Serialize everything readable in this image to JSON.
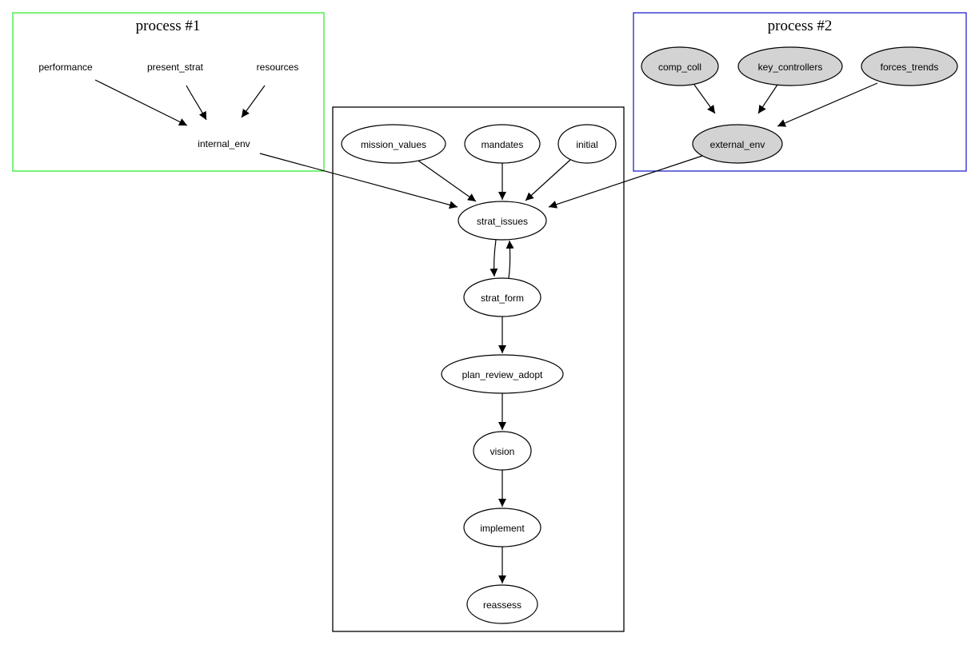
{
  "diagram": {
    "type": "directed-graph",
    "colors": {
      "cluster1_border": "#33ee33",
      "cluster2_border": "#2222cc",
      "cluster_main_border": "#000000",
      "filled_node": "#d3d3d3",
      "edge": "#000000"
    },
    "clusters": [
      {
        "id": "process1",
        "label": "process #1"
      },
      {
        "id": "process2",
        "label": "process #2"
      },
      {
        "id": "main",
        "label": ""
      }
    ],
    "nodes": [
      {
        "id": "performance",
        "label": "performance",
        "cluster": "process1",
        "shape": "none"
      },
      {
        "id": "present_strat",
        "label": "present_strat",
        "cluster": "process1",
        "shape": "none"
      },
      {
        "id": "resources",
        "label": "resources",
        "cluster": "process1",
        "shape": "none"
      },
      {
        "id": "internal_env",
        "label": "internal_env",
        "cluster": "process1",
        "shape": "none"
      },
      {
        "id": "comp_coll",
        "label": "comp_coll",
        "cluster": "process2",
        "shape": "ellipse",
        "filled": true
      },
      {
        "id": "key_controllers",
        "label": "key_controllers",
        "cluster": "process2",
        "shape": "ellipse",
        "filled": true
      },
      {
        "id": "forces_trends",
        "label": "forces_trends",
        "cluster": "process2",
        "shape": "ellipse",
        "filled": true
      },
      {
        "id": "external_env",
        "label": "external_env",
        "cluster": "process2",
        "shape": "ellipse",
        "filled": true
      },
      {
        "id": "mission_values",
        "label": "mission_values",
        "cluster": "main",
        "shape": "ellipse"
      },
      {
        "id": "mandates",
        "label": "mandates",
        "cluster": "main",
        "shape": "ellipse"
      },
      {
        "id": "initial",
        "label": "initial",
        "cluster": "main",
        "shape": "ellipse"
      },
      {
        "id": "strat_issues",
        "label": "strat_issues",
        "cluster": "main",
        "shape": "ellipse"
      },
      {
        "id": "strat_form",
        "label": "strat_form",
        "cluster": "main",
        "shape": "ellipse"
      },
      {
        "id": "plan_review_adopt",
        "label": "plan_review_adopt",
        "cluster": "main",
        "shape": "ellipse"
      },
      {
        "id": "vision",
        "label": "vision",
        "cluster": "main",
        "shape": "ellipse"
      },
      {
        "id": "implement",
        "label": "implement",
        "cluster": "main",
        "shape": "ellipse"
      },
      {
        "id": "reassess",
        "label": "reassess",
        "cluster": "main",
        "shape": "ellipse"
      }
    ],
    "edges": [
      {
        "from": "performance",
        "to": "internal_env"
      },
      {
        "from": "present_strat",
        "to": "internal_env"
      },
      {
        "from": "resources",
        "to": "internal_env"
      },
      {
        "from": "comp_coll",
        "to": "external_env"
      },
      {
        "from": "key_controllers",
        "to": "external_env"
      },
      {
        "from": "forces_trends",
        "to": "external_env"
      },
      {
        "from": "internal_env",
        "to": "strat_issues"
      },
      {
        "from": "external_env",
        "to": "strat_issues"
      },
      {
        "from": "mission_values",
        "to": "strat_issues"
      },
      {
        "from": "mandates",
        "to": "strat_issues"
      },
      {
        "from": "initial",
        "to": "strat_issues"
      },
      {
        "from": "strat_issues",
        "to": "strat_form"
      },
      {
        "from": "strat_form",
        "to": "strat_issues"
      },
      {
        "from": "strat_form",
        "to": "plan_review_adopt"
      },
      {
        "from": "plan_review_adopt",
        "to": "vision"
      },
      {
        "from": "vision",
        "to": "implement"
      },
      {
        "from": "implement",
        "to": "reassess"
      }
    ]
  }
}
